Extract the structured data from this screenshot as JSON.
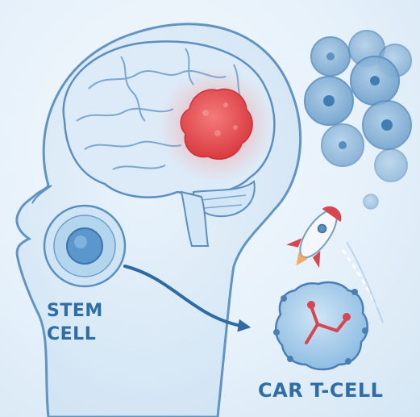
{
  "labels": {
    "stem_cell_line1": "STEM",
    "stem_cell_line2": "CELL",
    "car_t_cell": "CAR T-CELL"
  },
  "colors": {
    "background": "#e6f1fa",
    "outline": "#5b8fbf",
    "label_text": "#2f6da6",
    "tumor": "#e5484d",
    "receptor": "#d64550",
    "cell_fill": "#9cc6e6",
    "arrow": "#2f6aa0"
  },
  "icons": [
    "head-profile",
    "brain",
    "tumor",
    "cancer-cell-cluster",
    "stem-cell",
    "car-t-cell",
    "rocket",
    "arrow"
  ]
}
